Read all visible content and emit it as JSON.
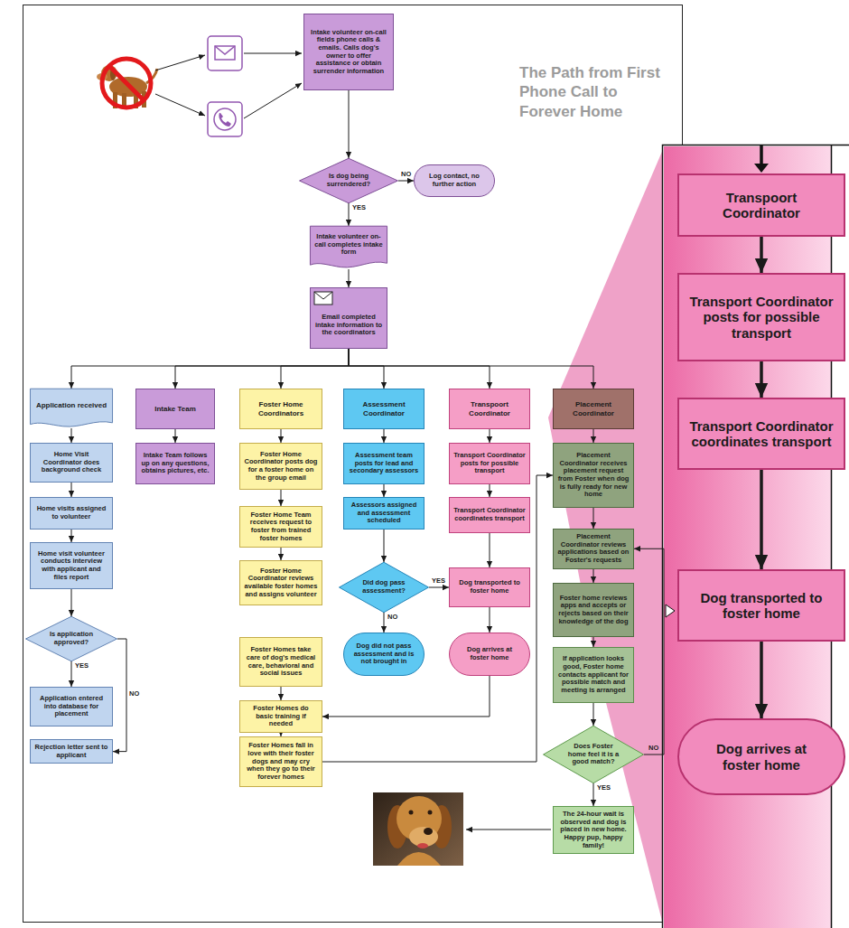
{
  "diagram": {
    "title": "The Path from First Phone Call to Forever Home",
    "nodes": [
      {
        "text": [
          "Intake volunteer on-call fields phone calls & emails. Calls dog's owner to offer assistance or obtain surrender information"
        ]
      },
      {
        "text": [
          "Is dog being surrendered?"
        ]
      },
      {
        "text": [
          "Log contact, no further action"
        ]
      },
      {
        "text": [
          "Intake volunteer on-call completes intake form"
        ]
      },
      {
        "text": [
          "Email completed intake information to the coordinators"
        ]
      },
      {
        "text": [
          "Application received"
        ]
      },
      {
        "text": [
          "Home Visit Coordinator does background check"
        ]
      },
      {
        "text": [
          "Home visits assigned to volunteer"
        ]
      },
      {
        "text": [
          "Home visit volunteer conducts interview with applicant and files report"
        ]
      },
      {
        "text": [
          "Is application approved?"
        ]
      },
      {
        "text": [
          "Application entered into database for placement"
        ]
      },
      {
        "text": [
          "Rejection letter sent to applicant"
        ]
      },
      {
        "text": [
          "Intake Team"
        ]
      },
      {
        "text": [
          "Intake Team follows up on any questions, obtains pictures, etc."
        ]
      },
      {
        "text": [
          "Foster Home Coordinators"
        ]
      },
      {
        "text": [
          "Foster Home Coordinator posts dog for a foster home on the group email"
        ]
      },
      {
        "text": [
          "Foster Home Team receives request to foster from trained foster homes"
        ]
      },
      {
        "text": [
          "Foster Home Coordinator reviews available foster homes and assigns volunteer"
        ]
      },
      {
        "text": [
          "Foster Homes take care of dog's medical care, behavioral and social issues"
        ]
      },
      {
        "text": [
          "Foster Homes do basic training if needed"
        ]
      },
      {
        "text": [
          "Foster Homes fall in love with their foster dogs and may cry when they go to their forever homes"
        ]
      },
      {
        "text": [
          "Assessment Coordinator"
        ]
      },
      {
        "text": [
          "Assessment team posts for lead and secondary assessors"
        ]
      },
      {
        "text": [
          "Assessors assigned and assessment scheduled"
        ]
      },
      {
        "text": [
          "Did dog pass assessment?"
        ]
      },
      {
        "text": [
          "Dog did not pass assessment and is not brought in"
        ]
      },
      {
        "text": [
          "Transpoort Coordinator"
        ]
      },
      {
        "text": [
          "Transport Coordinator posts for possible transport"
        ]
      },
      {
        "text": [
          "Transport Coordinator coordinates transport"
        ]
      },
      {
        "text": [
          "Dog transported to foster home"
        ]
      },
      {
        "text": [
          "Dog arrives at foster home"
        ]
      },
      {
        "text": [
          "Placement Coordinator"
        ]
      },
      {
        "text": [
          "Placement Coordinator receives placement request from Foster when dog is fully ready for new home"
        ]
      },
      {
        "text": [
          "Placement Coordinator reviews applications based on Foster's requests"
        ]
      },
      {
        "text": [
          "Foster home reviews apps and accepts or rejects based on their knowledge of the dog"
        ]
      },
      {
        "text": [
          "If application looks good, Foster home contacts applicant for possible match and meeting is arranged"
        ]
      },
      {
        "text": [
          "Does Foster home feel it is a good match?"
        ]
      },
      {
        "text": [
          "The 24-hour wait is observed and dog is placed in new home. Happy pup, happy family!"
        ]
      },
      {
        "text": [
          "Transpoort Coordinator"
        ]
      },
      {
        "text": [
          "Transport Coordinator posts for possible transport"
        ]
      },
      {
        "text": [
          "Transport Coordinator coordinates transport"
        ]
      },
      {
        "text": [
          "Dog transported to foster home"
        ]
      },
      {
        "text": [
          "Dog arrives at foster home"
        ]
      }
    ],
    "edges": [
      {
        "from": 0,
        "to": 1,
        "arrow": "to"
      },
      {
        "from": 1,
        "to": 2,
        "label": "NO",
        "arrow": "to"
      },
      {
        "from": 1,
        "to": 3,
        "label": "YES",
        "arrow": "to"
      },
      {
        "from": 3,
        "to": 4,
        "arrow": "to"
      },
      {
        "from": 4,
        "to": 5,
        "arrow": "to"
      },
      {
        "from": 4,
        "to": 12,
        "arrow": "to"
      },
      {
        "from": 4,
        "to": 14,
        "arrow": "to"
      },
      {
        "from": 4,
        "to": 21,
        "arrow": "to"
      },
      {
        "from": 4,
        "to": 26,
        "arrow": "to"
      },
      {
        "from": 4,
        "to": 31,
        "arrow": "to"
      },
      {
        "from": 5,
        "to": 6,
        "arrow": "to"
      },
      {
        "from": 6,
        "to": 7,
        "arrow": "to"
      },
      {
        "from": 7,
        "to": 8,
        "arrow": "to"
      },
      {
        "from": 8,
        "to": 9,
        "arrow": "to"
      },
      {
        "from": 9,
        "to": 10,
        "label": "YES",
        "arrow": "to"
      },
      {
        "from": 9,
        "to": 11,
        "label": "NO",
        "arrow": "to"
      },
      {
        "from": 12,
        "to": 13,
        "arrow": "to"
      },
      {
        "from": 14,
        "to": 15,
        "arrow": "to"
      },
      {
        "from": 15,
        "to": 16,
        "arrow": "to"
      },
      {
        "from": 16,
        "to": 17,
        "arrow": "to"
      },
      {
        "from": 18,
        "to": 19,
        "arrow": "to"
      },
      {
        "from": 19,
        "to": 20,
        "arrow": "to"
      },
      {
        "from": 21,
        "to": 22,
        "arrow": "to"
      },
      {
        "from": 22,
        "to": 23,
        "arrow": "to"
      },
      {
        "from": 23,
        "to": 24,
        "arrow": "to"
      },
      {
        "from": 24,
        "to": 29,
        "label": "YES",
        "arrow": "to"
      },
      {
        "from": 24,
        "to": 25,
        "label": "NO",
        "arrow": "to"
      },
      {
        "from": 26,
        "to": 27,
        "arrow": "to"
      },
      {
        "from": 27,
        "to": 28,
        "arrow": "to"
      },
      {
        "from": 28,
        "to": 29,
        "arrow": "to"
      },
      {
        "from": 29,
        "to": 30,
        "arrow": "to"
      },
      {
        "from": 30,
        "to": 19,
        "arrow": "to"
      },
      {
        "from": 20,
        "to": 32,
        "arrow": "to"
      },
      {
        "from": 31,
        "to": 32,
        "arrow": "to"
      },
      {
        "from": 32,
        "to": 33,
        "arrow": "to"
      },
      {
        "from": 33,
        "to": 34,
        "arrow": "to"
      },
      {
        "from": 34,
        "to": 35,
        "arrow": "to"
      },
      {
        "from": 35,
        "to": 36,
        "arrow": "to"
      },
      {
        "from": 36,
        "to": 37,
        "label": "YES",
        "arrow": "to"
      },
      {
        "from": 36,
        "to": 33,
        "label": "NO",
        "arrow": "to"
      },
      {
        "from": 38,
        "to": 39,
        "arrow": "to"
      },
      {
        "from": 39,
        "to": 40,
        "arrow": "to"
      },
      {
        "from": 40,
        "to": 41,
        "arrow": "to"
      },
      {
        "from": 41,
        "to": 42,
        "arrow": "to"
      }
    ]
  }
}
